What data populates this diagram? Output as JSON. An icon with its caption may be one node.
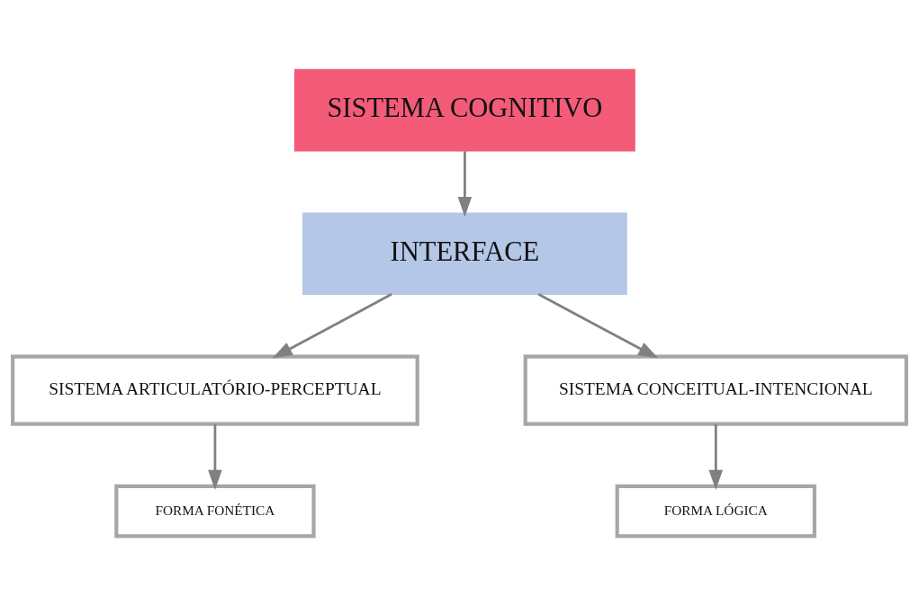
{
  "diagram": {
    "nodes": [
      {
        "text": [
          "SISTEMA COGNITIVO"
        ]
      },
      {
        "text": [
          "INTERFACE"
        ]
      },
      {
        "text": [
          "SISTEMA ARTICULATÓRIO-PERCEPTUAL"
        ]
      },
      {
        "text": [
          "SISTEMA CONCEITUAL-INTENCIONAL"
        ]
      },
      {
        "text": [
          "FORMA FONÉTICA"
        ]
      },
      {
        "text": [
          "FORMA LÓGICA"
        ]
      }
    ],
    "edges": [
      {
        "from": 0,
        "to": 1,
        "arrow": "to"
      },
      {
        "from": 1,
        "to": 2,
        "arrow": "to"
      },
      {
        "from": 1,
        "to": 3,
        "arrow": "to"
      },
      {
        "from": 2,
        "to": 4,
        "arrow": "to"
      },
      {
        "from": 3,
        "to": 5,
        "arrow": "to"
      }
    ]
  }
}
